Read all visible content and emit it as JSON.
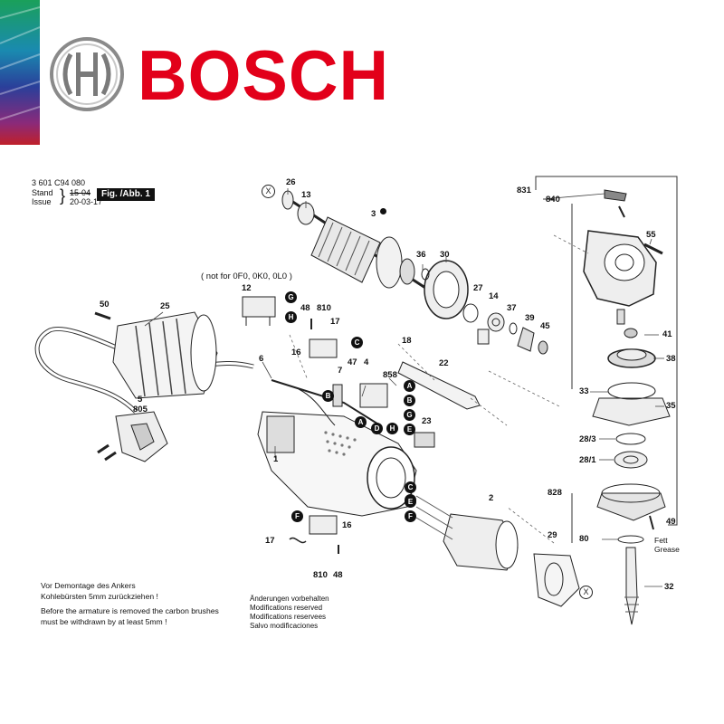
{
  "brand": {
    "name": "BOSCH",
    "color": "#e2001a"
  },
  "header": {
    "part_number": "3 601 C94 080",
    "stand_label": "Stand",
    "stand_value": "15-04",
    "issue_label": "Issue",
    "issue_value": "20-03-17",
    "figure": "Fig. /Abb. 1"
  },
  "variant_note": "( not for 0F0, 0K0, 0L0 )",
  "armature_note": {
    "de_line1": "Vor Demontage des Ankers",
    "de_line2": "Kohlebürsten 5mm zurückziehen !",
    "en_line1": "Before the armature is removed the carbon brushes",
    "en_line2": "must be withdrawn by at least 5mm !"
  },
  "changes_note": {
    "de": "Änderungen vorbehalten",
    "en": "Modifications reserved",
    "fr": "Modifications reservees",
    "es": "Salvo modificaciones"
  },
  "grease_label": {
    "de": "Fett",
    "en": "Grease"
  },
  "part_labels": {
    "p26": "26",
    "p13": "13",
    "p3": "3",
    "p36": "36",
    "p30": "30",
    "p27": "27",
    "p14": "14",
    "p37": "37",
    "p39": "39",
    "p45": "45",
    "p831": "831",
    "p840": "840",
    "p55": "55",
    "p41": "41",
    "p38": "38",
    "p33": "33",
    "p35": "35",
    "p28_3": "28/3",
    "p28_1": "28/1",
    "p828": "828",
    "p49": "49",
    "p80": "80",
    "p32": "32",
    "p29": "29",
    "p2": "2",
    "p50": "50",
    "p25": "25",
    "p12": "12",
    "p48": "48",
    "p810": "810",
    "p17": "17",
    "p16": "16",
    "p18": "18",
    "p47": "47",
    "p4": "4",
    "p858": "858",
    "p22": "22",
    "p7": "7",
    "p6": "6",
    "p5": "5",
    "p805": "805",
    "p23": "23",
    "p1": "1",
    "p17b": "17",
    "p16b": "16",
    "p810b": "810",
    "p48b": "48"
  },
  "markers": {
    "a": "A",
    "b": "B",
    "c": "C",
    "d": "D",
    "e": "E",
    "f": "F",
    "g": "G",
    "h": "H",
    "x": "X"
  }
}
